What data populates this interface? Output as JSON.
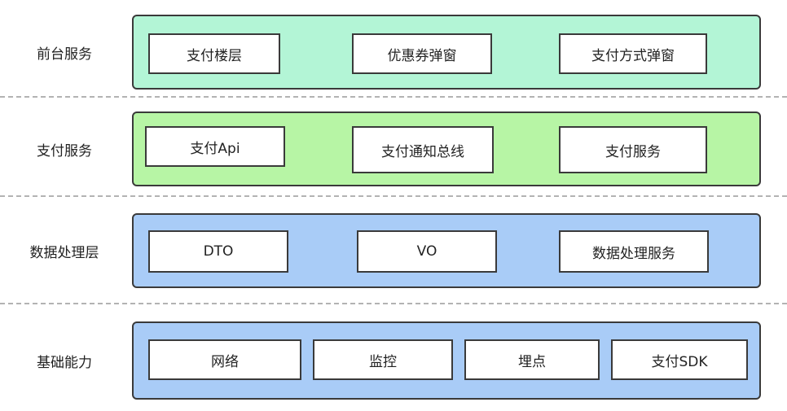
{
  "layers": [
    {
      "label": "前台服务",
      "color": "#b3f5d6",
      "components": [
        "支付楼层",
        "优惠券弹窗",
        "支付方式弹窗"
      ]
    },
    {
      "label": "支付服务",
      "color": "#b7f5a5",
      "components": [
        "支付Api",
        "支付通知总线",
        "支付服务"
      ]
    },
    {
      "label": "数据处理层",
      "color": "#a9ccf7",
      "components": [
        "DTO",
        "VO",
        "数据处理服务"
      ]
    },
    {
      "label": "基础能力",
      "color": "#a9ccf7",
      "components": [
        "网络",
        "监控",
        "埋点",
        "支付SDK"
      ]
    }
  ]
}
